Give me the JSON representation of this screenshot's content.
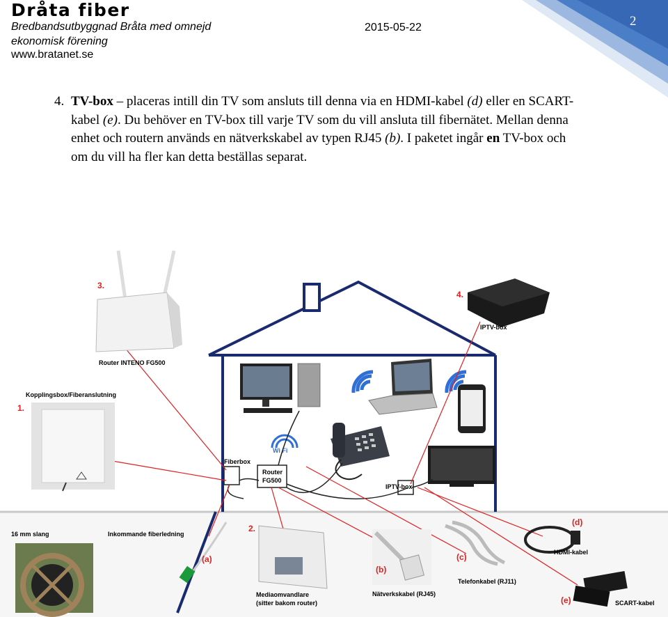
{
  "header": {
    "org_name": "Dråta fiber",
    "org_sub1": "Bredbandsutbyggnad Bråta med omnejd",
    "org_sub2": "ekonomisk förening",
    "url": "www.bratanet.se",
    "date": "2015-05-22",
    "page_number": "2"
  },
  "paragraph": {
    "number": "4.",
    "l1_bold": "TV-box",
    "l1_a": " – placeras intill din TV som ansluts till denna via en HDMI-kabel ",
    "l1_it": "(d)",
    "l1_b": " eller en SCART-",
    "l2_a": "kabel ",
    "l2_it": "(e)",
    "l2_b": ". Du behöver en TV-box till varje TV som du vill ansluta till fibernätet. Mellan denna",
    "l3_a": "enhet och routern används en nätverkskabel av typen RJ45 ",
    "l3_it": "(b)",
    "l3_b": ". I paketet ingår ",
    "l3_bold": "en",
    "l3_c": " TV-box och",
    "l4": "om du vill ha fler kan detta beställas separat."
  },
  "diagram": {
    "num_1": "1.",
    "num_2": "2.",
    "num_3": "3.",
    "num_4": "4.",
    "router_caption": "Router INTENO FG500",
    "kopplingsbox_caption": "Kopplingsbox/Fiberanslutning",
    "iptv_caption": "IPTV-box",
    "fiberbox_label": "Fiberbox",
    "router_label_1": "Router",
    "router_label_2": "FG500",
    "wifi_label": "Wi Fi",
    "iptv_label": "IPTV-box",
    "slang_label": "16 mm slang",
    "fiber_label": "Inkommande fiberledning",
    "media_label_1": "Mediaomvandlare",
    "media_label_2": "(sitter bakom router)",
    "natverk_label": "Nätverkskabel (RJ45)",
    "telefon_label": "Telefonkabel (RJ11)",
    "hdmi_label": "HDMI-kabel",
    "scart_label": "SCART-kabel",
    "tag_a": "(a)",
    "tag_b": "(b)",
    "tag_c": "(c)",
    "tag_d": "(d)",
    "tag_e": "(e)"
  },
  "colors": {
    "accent_red": "#e02020",
    "corner_blue": "#4a7fc7",
    "house_blue": "#1a2a6e"
  }
}
